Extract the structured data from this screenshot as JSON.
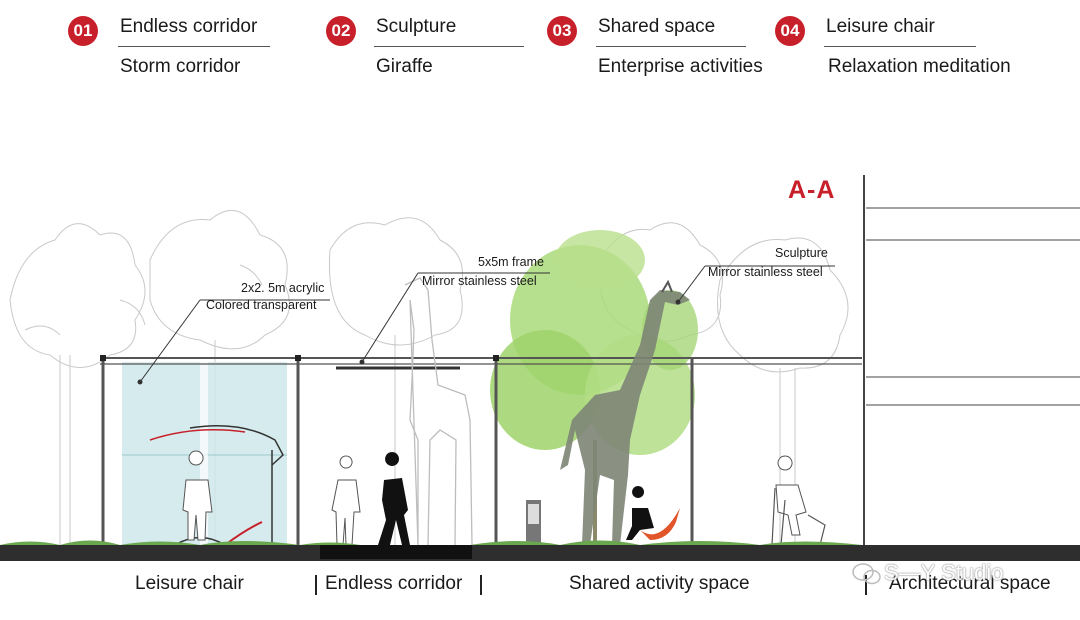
{
  "legend": [
    {
      "number": "01",
      "title": "Endless corridor",
      "subtitle": "Storm corridor"
    },
    {
      "number": "02",
      "title": "Sculpture",
      "subtitle": "Giraffe"
    },
    {
      "number": "03",
      "title": "Shared space",
      "subtitle": "Enterprise activities"
    },
    {
      "number": "04",
      "title": "Leisure chair",
      "subtitle": "Relaxation meditation"
    }
  ],
  "section_label": "A-A",
  "annotations": {
    "acrylic_size": "2x2. 5m acrylic",
    "acrylic_desc": "Colored transparent",
    "frame_size": "5x5m frame",
    "frame_desc": "Mirror stainless steel",
    "sculpture_title": "Sculpture",
    "sculpture_desc": "Mirror stainless steel"
  },
  "zones": {
    "leisure": "Leisure chair",
    "corridor": "Endless corridor",
    "shared": "Shared activity space",
    "architectural": "Architectural space"
  },
  "watermark": "S—Y Studio",
  "colors": {
    "accent_red": "#c8202a",
    "glass_blue": "#cfe7ea",
    "tree_green": "#9fd46a",
    "ground": "#2e2e2e",
    "grass": "#6aa84f"
  }
}
